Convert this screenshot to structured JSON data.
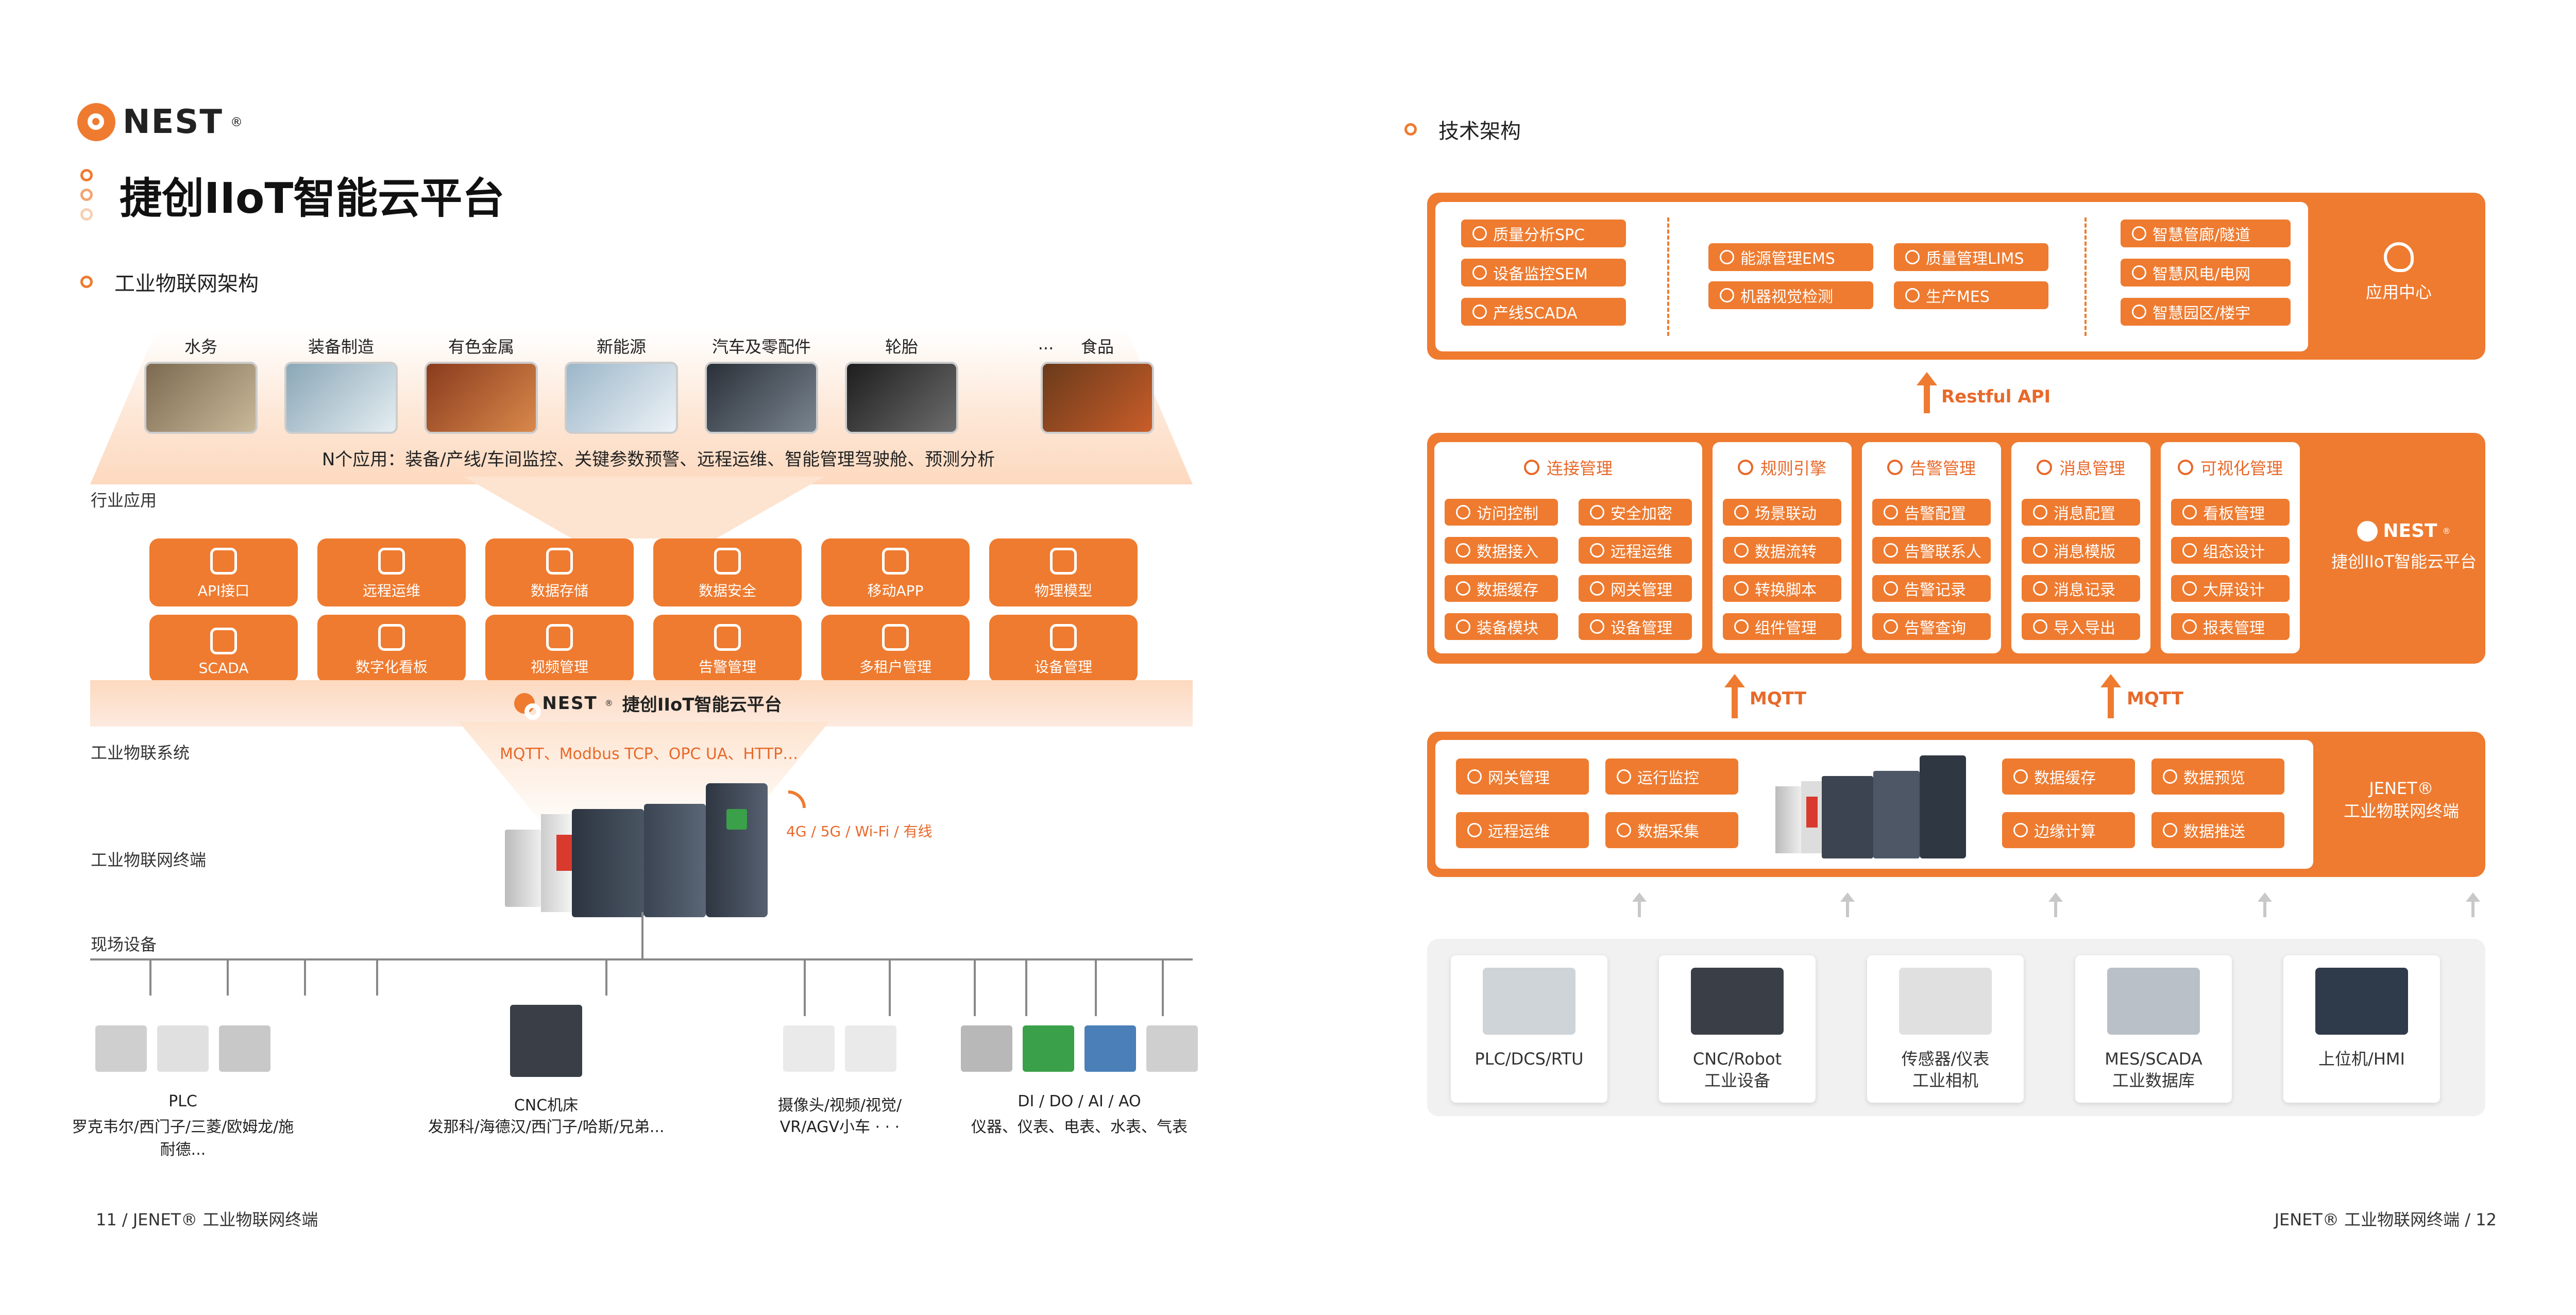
{
  "left": {
    "logo": {
      "text": "NEST"
    },
    "title": "捷创IIoT智能云平台",
    "section": "工业物联网架构",
    "industries": [
      "水务",
      "装备制造",
      "有色金属",
      "新能源",
      "汽车及零配件",
      "轮胎",
      "...",
      "食品"
    ],
    "apps_text": "N个应用：装备/产线/车间监控、关键参数预警、远程运维、智能管理驾驶舱、预测分析",
    "layer_labels": [
      "行业应用",
      "工业物联系统",
      "工业物联网终端",
      "现场设备"
    ],
    "tiles": [
      "API接口",
      "远程运维",
      "数据存储",
      "数据安全",
      "移动APP",
      "物理模型",
      "SCADA",
      "数字化看板",
      "视频管理",
      "告警管理",
      "多租户管理",
      "设备管理"
    ],
    "platform_label": "捷创IIoT智能云平台",
    "protocols": "MQTT、Modbus TCP、OPC UA、HTTP…",
    "network": "4G / 5G / Wi-Fi / 有线",
    "field_devices": [
      {
        "line1": "PLC",
        "line2": "罗克韦尔/西门子/三菱/欧姆龙/施耐德..."
      },
      {
        "line1": "CNC机床",
        "line2": "发那科/海德汉/西门子/哈斯/兄弟..."
      },
      {
        "line1": "摄像头/视频/视觉/",
        "line2": "VR/AGV小车 · · ·"
      },
      {
        "line1": "DI / DO / AI / AO",
        "line2": "仪器、仪表、电表、水表、气表"
      }
    ],
    "footer": "11 / JENET® 工业物联网终端"
  },
  "right": {
    "section": "技术架构",
    "app_center": {
      "col1": [
        "质量分析SPC",
        "设备监控SEM",
        "产线SCADA"
      ],
      "col2a": [
        "能源管理EMS",
        "机器视觉检测"
      ],
      "col2b": [
        "质量管理LIMS",
        "生产MES"
      ],
      "col3": [
        "智慧管廊/隧道",
        "智慧风电/电网",
        "智慧园区/楼宇"
      ],
      "label": "应用中心"
    },
    "restful": "Restful API",
    "platform": {
      "groups": [
        {
          "title": "连接管理",
          "items": [
            "访问控制",
            "数据接入",
            "数据缓存",
            "装备模块"
          ],
          "items2": [
            "安全加密",
            "远程运维",
            "网关管理",
            "设备管理"
          ]
        },
        {
          "title": "规则引擎",
          "items": [
            "场景联动",
            "数据流转",
            "转换脚本",
            "组件管理"
          ]
        },
        {
          "title": "告警管理",
          "items": [
            "告警配置",
            "告警联系人",
            "告警记录",
            "告警查询"
          ]
        },
        {
          "title": "消息管理",
          "items": [
            "消息配置",
            "消息模版",
            "消息记录",
            "导入导出"
          ]
        },
        {
          "title": "可视化管理",
          "items": [
            "看板管理",
            "组态设计",
            "大屏设计",
            "报表管理"
          ]
        }
      ],
      "logo": "NEST",
      "label": "捷创IIoT智能云平台"
    },
    "mqtt": "MQTT",
    "terminal": {
      "left": [
        "网关管理",
        "运行监控",
        "远程运维",
        "数据采集"
      ],
      "right": [
        "数据缓存",
        "数据预览",
        "边缘计算",
        "数据推送"
      ],
      "label1": "JENET®",
      "label2": "工业物联网终端"
    },
    "devices": [
      {
        "line1": "PLC/DCS/RTU",
        "line2": ""
      },
      {
        "line1": "CNC/Robot",
        "line2": "工业设备"
      },
      {
        "line1": "传感器/仪表",
        "line2": "工业相机"
      },
      {
        "line1": "MES/SCADA",
        "line2": "工业数据库"
      },
      {
        "line1": "上位机/HMI",
        "line2": ""
      }
    ],
    "footer": "JENET® 工业物联网终端 / 12"
  },
  "colors": {
    "accent": "#ee7b30",
    "accent_light": "#f6c9a4",
    "gray": "#c8c8c8"
  }
}
